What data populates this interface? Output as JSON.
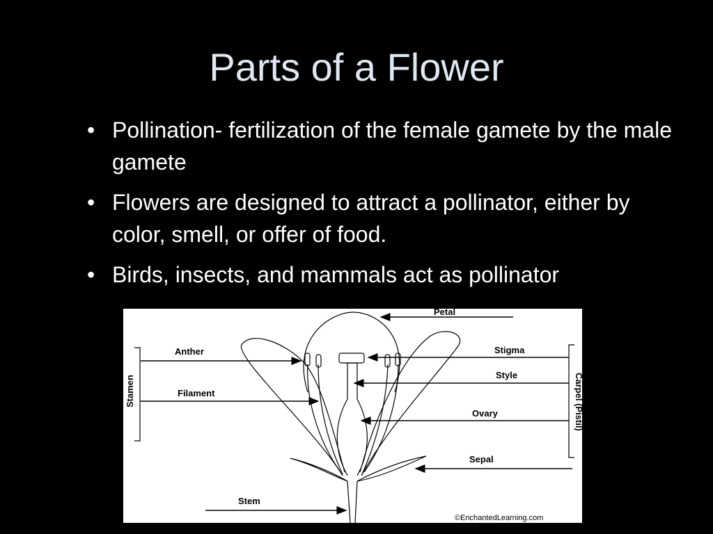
{
  "slide": {
    "title": "Parts of a Flower",
    "bullets": [
      "Pollination- fertilization of the female gamete by the male gamete",
      "Flowers are designed to attract a pollinator, either by color, smell, or offer of food.",
      "Birds, insects, and mammals act as pollinator"
    ],
    "bullet_glyph": "•"
  },
  "diagram": {
    "labels": {
      "petal": "Petal",
      "anther": "Anther",
      "filament": "Filament",
      "stigma": "Stigma",
      "style": "Style",
      "ovary": "Ovary",
      "sepal": "Sepal",
      "stem": "Stem",
      "stamen": "Stamen",
      "carpel": "Carpel (Pistil)"
    },
    "credit": "©EnchantedLearning.com"
  },
  "colors": {
    "background": "#000000",
    "title": "#dfe8f2",
    "text": "#ffffff"
  }
}
